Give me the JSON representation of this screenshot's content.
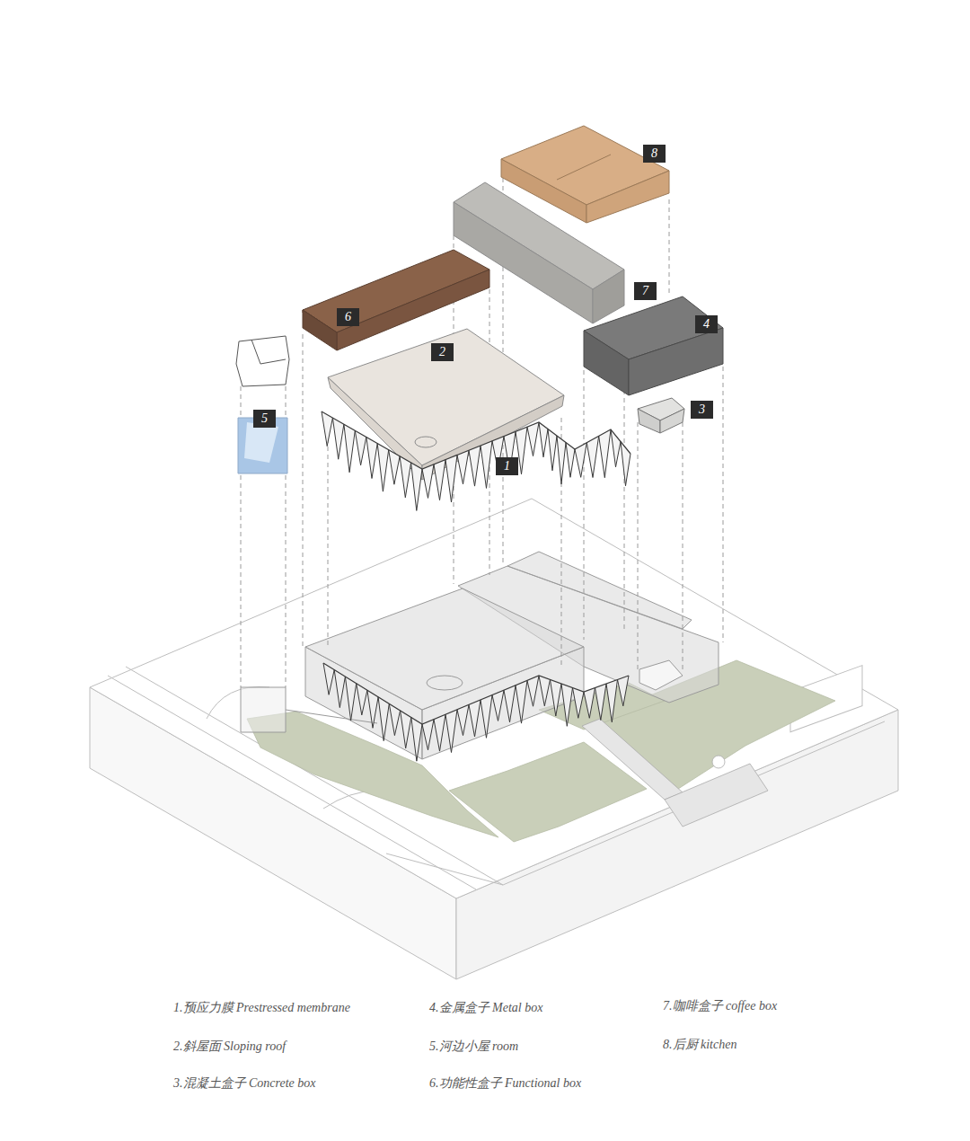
{
  "diagram": {
    "labels": [
      "8",
      "7",
      "6",
      "4",
      "2",
      "3",
      "5",
      "1",
      "1.预应力膜 Prestressed membrane",
      "2.斜屋面 Sloping roof",
      "3.混凝土盒子 Concrete box",
      "4.金属盒子 Metal box",
      "5.河边小屋 room",
      "6.功能性盒子 Functional box",
      "7.咖啡盒子 coffee box",
      "8.后厨 kitchen"
    ]
  }
}
